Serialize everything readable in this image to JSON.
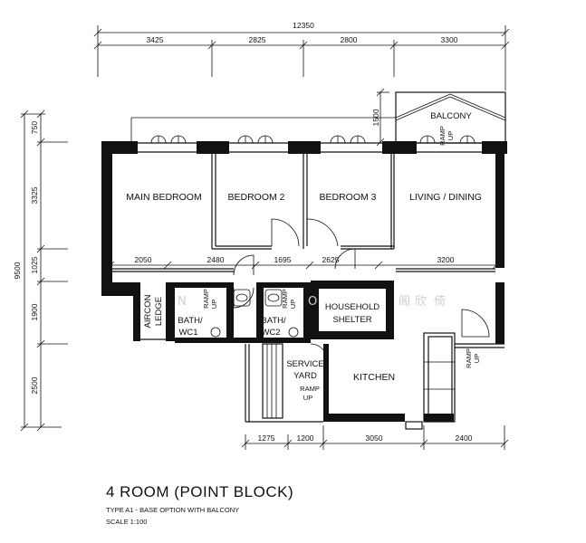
{
  "dimensions": {
    "overall_top": "12350",
    "top_segments": [
      "3425",
      "2825",
      "2800",
      "3300"
    ],
    "overall_left": "9500",
    "left_segments": [
      "750",
      "3325",
      "1025",
      "1900",
      "2500"
    ],
    "balcony_depth": "1500",
    "interior_row": [
      "2050",
      "2480",
      "1695",
      "2625",
      "3200"
    ],
    "bottom_segments": [
      "1275",
      "1200",
      "3050",
      "2400"
    ]
  },
  "rooms": {
    "balcony": "BALCONY",
    "main_bedroom": "MAIN BEDROOM",
    "bedroom_2": "BEDROOM 2",
    "bedroom_3": "BEDROOM 3",
    "living_dining": "LIVING / DINING",
    "aircon_ledge_1": "AIRCON",
    "aircon_ledge_2": "LEDGE",
    "bath_wc1_1": "BATH/",
    "bath_wc1_2": "WC1",
    "bath_wc2_1": "BATH/",
    "bath_wc2_2": "WC2",
    "household_shelter_1": "HOUSEHOLD",
    "household_shelter_2": "SHELTER",
    "service_yard_1": "SERVICE",
    "service_yard_2": "YARD",
    "kitchen": "KITCHEN"
  },
  "ramp_labels": {
    "ramp": "RAMP",
    "up": "UP"
  },
  "watermark": [
    "N",
    "O",
    "阁",
    "欣",
    "倚"
  ],
  "title": {
    "heading": "4 ROOM (POINT BLOCK)",
    "type_line": "TYPE A1 - BASE OPTION WITH BALCONY",
    "scale_line": "SCALE 1:100"
  }
}
